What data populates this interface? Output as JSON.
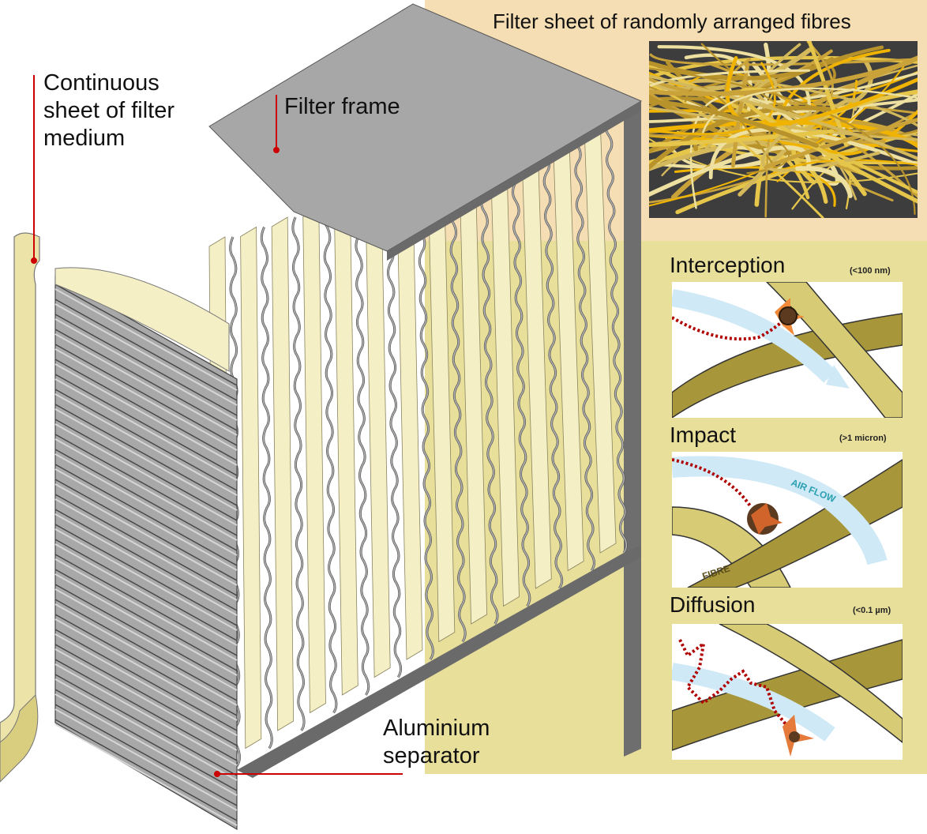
{
  "labels": {
    "continuous_sheet": "Continuous sheet of filter medium",
    "filter_frame": "Filter frame",
    "aluminium_separator": "Aluminium separator",
    "fibre_sheet_title": "Filter sheet of randomly arranged fibres"
  },
  "mechanisms": [
    {
      "name": "Interception",
      "size": "(<100 nm)"
    },
    {
      "name": "Impact",
      "size": "(>1 micron)"
    },
    {
      "name": "Diffusion",
      "size": "(<0.1 µm)"
    }
  ],
  "impact_annotations": {
    "air_flow": "AIR FLOW",
    "fibre": "FIBRE"
  },
  "colors": {
    "panel_top": "#f5deb3",
    "panel_bottom": "#e8df9a",
    "filter_medium": "#f7f2c8",
    "aluminium": "#a8a8a8",
    "frame": "#9a9a9a",
    "fibre": "#a8963a",
    "leader_line": "#cc0000"
  }
}
